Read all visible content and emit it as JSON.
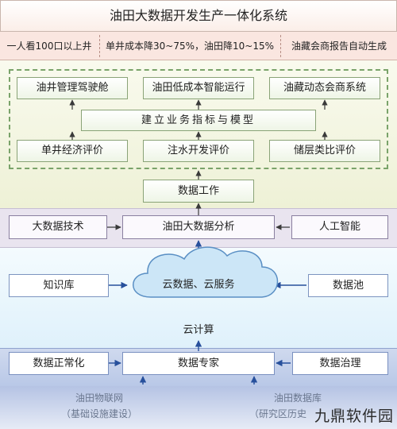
{
  "title": "油田大数据开发生产一体化系统",
  "goals": [
    "一人看100口以上井",
    "单井成本降30~75%，油田降10~15%",
    "油藏会商报告自动生成"
  ],
  "applications": {
    "top": [
      "油井管理驾驶舱",
      "油田低成本智能运行",
      "油藏动态会商系统"
    ],
    "model": "建立业务指标与模型",
    "bottom": [
      "单井经济评价",
      "注水开发评价",
      "储层类比评价"
    ]
  },
  "data_work": "数据工作",
  "analysis_row": {
    "left": "大数据技术",
    "center": "油田大数据分析",
    "right": "人工智能"
  },
  "cloud_row": {
    "left": "知识库",
    "center": "云数据、云服务",
    "right": "数据池",
    "caption": "云计算"
  },
  "service_row": {
    "left": "数据正常化",
    "center": "数据专家",
    "right": "数据治理"
  },
  "sources": {
    "left": {
      "name": "油田物联网",
      "sub": "（基础设施建设）"
    },
    "right": {
      "name": "油田数据库",
      "sub": "（研究区历史"
    }
  },
  "watermark": "九鼎软件园"
}
